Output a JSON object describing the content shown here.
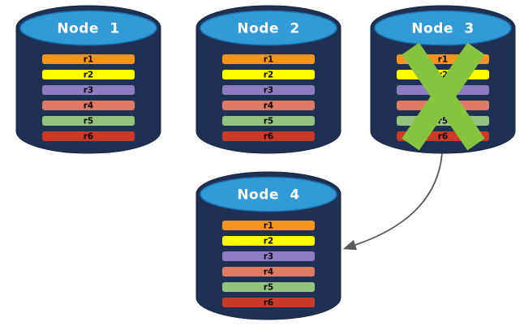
{
  "diagram": {
    "nodes": [
      {
        "label": "Node 1",
        "crossed_out": false
      },
      {
        "label": "Node 2",
        "crossed_out": false
      },
      {
        "label": "Node 3",
        "crossed_out": true
      },
      {
        "label": "Node 4",
        "crossed_out": false
      }
    ],
    "records": [
      {
        "label": "r1",
        "color": "#F7941E"
      },
      {
        "label": "r2",
        "color": "#FDFD00"
      },
      {
        "label": "r3",
        "color": "#8E7CC3"
      },
      {
        "label": "r4",
        "color": "#DF7A65"
      },
      {
        "label": "r5",
        "color": "#93C47D"
      },
      {
        "label": "r6",
        "color": "#C93B27"
      }
    ],
    "colors": {
      "cylinder_body": "#1F3153",
      "cylinder_top": "#319BD8",
      "cylinder_top_border": "#1C74B4",
      "node_label_text": "#FFFFFF",
      "record_label_text": "#0A0A0A",
      "failure_cross": "#86C440",
      "arrow": "#595959"
    },
    "arrow": {
      "from": "Node 3",
      "to": "Node 4"
    }
  }
}
